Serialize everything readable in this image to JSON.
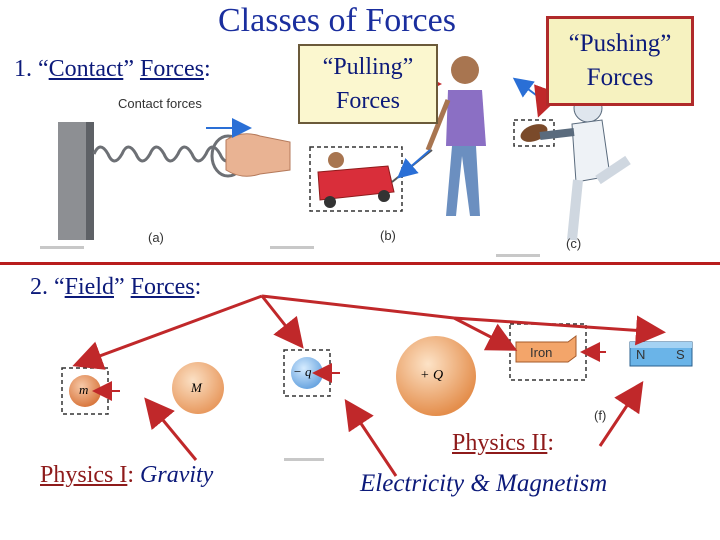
{
  "slide": {
    "title": "Classes of Forces",
    "section1": {
      "number": "1.",
      "q_open": "“",
      "term": "Contact",
      "q_close": "”",
      "word": "Forces",
      "colon": ":"
    },
    "pulling_box": {
      "line1": "“Pulling”",
      "line2": "Forces"
    },
    "pushing_box": {
      "line1": "“Pushing”",
      "line2": "Forces"
    },
    "contact_caption": "Contact forces",
    "labels": {
      "a": "(a)",
      "b": "(b)",
      "c": "(c)",
      "f": "(f)"
    },
    "section2": {
      "number": "2.",
      "q_open": "“",
      "term": "Field",
      "q_close": "”",
      "word": "Forces",
      "colon": ":"
    },
    "field_symbols": {
      "m": "m",
      "M": "M",
      "neg_q": "− q",
      "pos_Q": "+ Q",
      "iron": "Iron",
      "N": "N",
      "S": "S"
    },
    "physics1": {
      "course": "Physics I",
      "colon": ":",
      "topic": "Gravity"
    },
    "physics2": {
      "course": "Physics II",
      "colon": ":",
      "topic": "Electricity & Magnetism"
    }
  },
  "colors": {
    "title": "#1a2e9e",
    "heading": "#0c1a7a",
    "accent_red": "#b81c1c",
    "box_fill": "#f6f2c0"
  }
}
